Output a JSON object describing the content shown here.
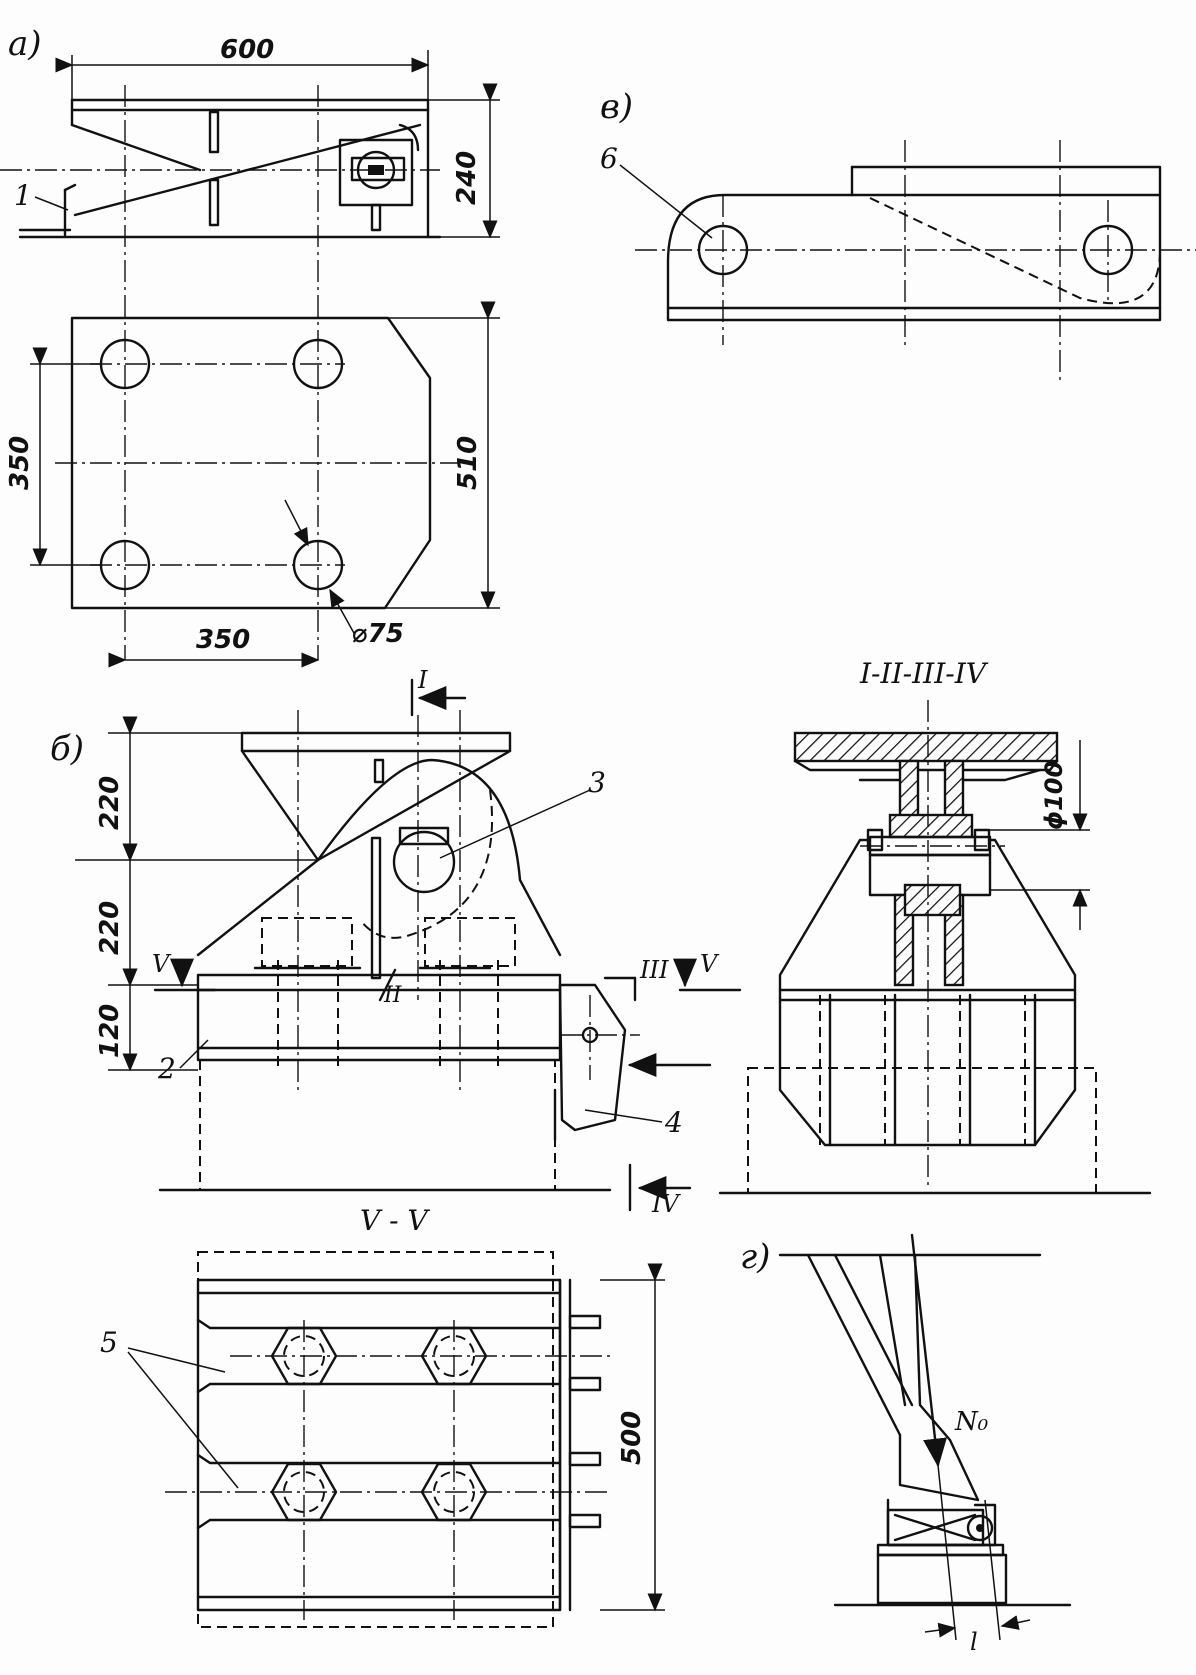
{
  "views": {
    "a": {
      "label": "а)",
      "dims": {
        "length": "600",
        "height": "240",
        "bolt_spacing_x": "350",
        "bolt_spacing_y": "350",
        "width": "510",
        "hole_dia": "⌀75"
      },
      "callout": "1"
    },
    "v": {
      "label": "в)",
      "callout": "6"
    },
    "b": {
      "label": "б)",
      "dims": {
        "h1": "220",
        "h2": "220",
        "h3": "120"
      },
      "callouts": [
        "2",
        "3",
        "4"
      ],
      "section_marks": [
        "I",
        "II",
        "III",
        "IV",
        "V",
        "V"
      ]
    },
    "section_main": {
      "title": "I-II-III-IV",
      "dim": "ϕ100"
    },
    "section_v": {
      "title": "V - V",
      "dim": "500",
      "callout": "5"
    },
    "g": {
      "label": "г)",
      "force": "N₀",
      "offset": "l"
    }
  }
}
